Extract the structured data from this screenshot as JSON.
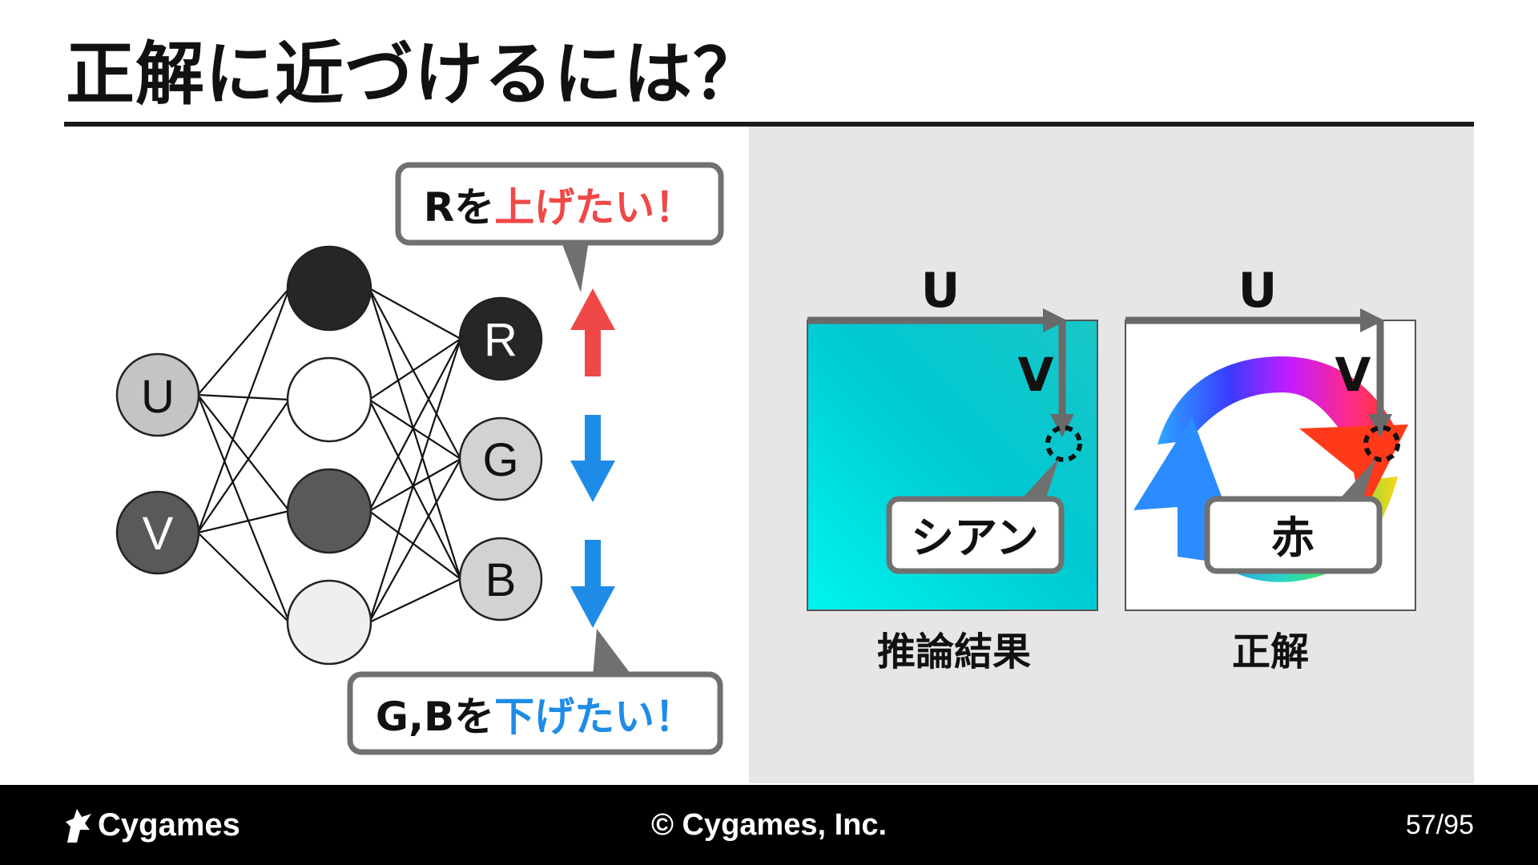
{
  "title": "正解に近づけるには？",
  "network": {
    "input_nodes": [
      {
        "label": "U",
        "fill": "#c4c4c4",
        "text_color": "#111111"
      },
      {
        "label": "V",
        "fill": "#595959",
        "text_color": "#ffffff"
      }
    ],
    "hidden_nodes": [
      {
        "fill": "#262626"
      },
      {
        "fill": "#ffffff"
      },
      {
        "fill": "#595959"
      },
      {
        "fill": "#efefef"
      }
    ],
    "output_nodes": [
      {
        "label": "R",
        "fill": "#262626",
        "text_color": "#ffffff"
      },
      {
        "label": "G",
        "fill": "#d2d2d2",
        "text_color": "#111111"
      },
      {
        "label": "B",
        "fill": "#d2d2d2",
        "text_color": "#111111"
      }
    ],
    "arrows": [
      {
        "target": "R",
        "direction": "up",
        "color": "#f04848"
      },
      {
        "target": "G",
        "direction": "down",
        "color": "#1e8ce6"
      },
      {
        "target": "B",
        "direction": "down",
        "color": "#1e8ce6"
      }
    ]
  },
  "callout_up": {
    "prefix": "Rを",
    "highlight": "上げたい！",
    "highlight_color": "#f04848"
  },
  "callout_down": {
    "prefix": "G,Bを",
    "highlight": "下げたい！",
    "highlight_color": "#1e8ce6"
  },
  "panels": [
    {
      "u_label": "U",
      "v_label": "V",
      "callout": "シアン",
      "caption": "推論結果"
    },
    {
      "u_label": "U",
      "v_label": "V",
      "callout": "赤",
      "caption": "正解"
    }
  ],
  "footer": {
    "logo": "Cygames",
    "copyright": "© Cygames, Inc.",
    "page": "57/95"
  }
}
